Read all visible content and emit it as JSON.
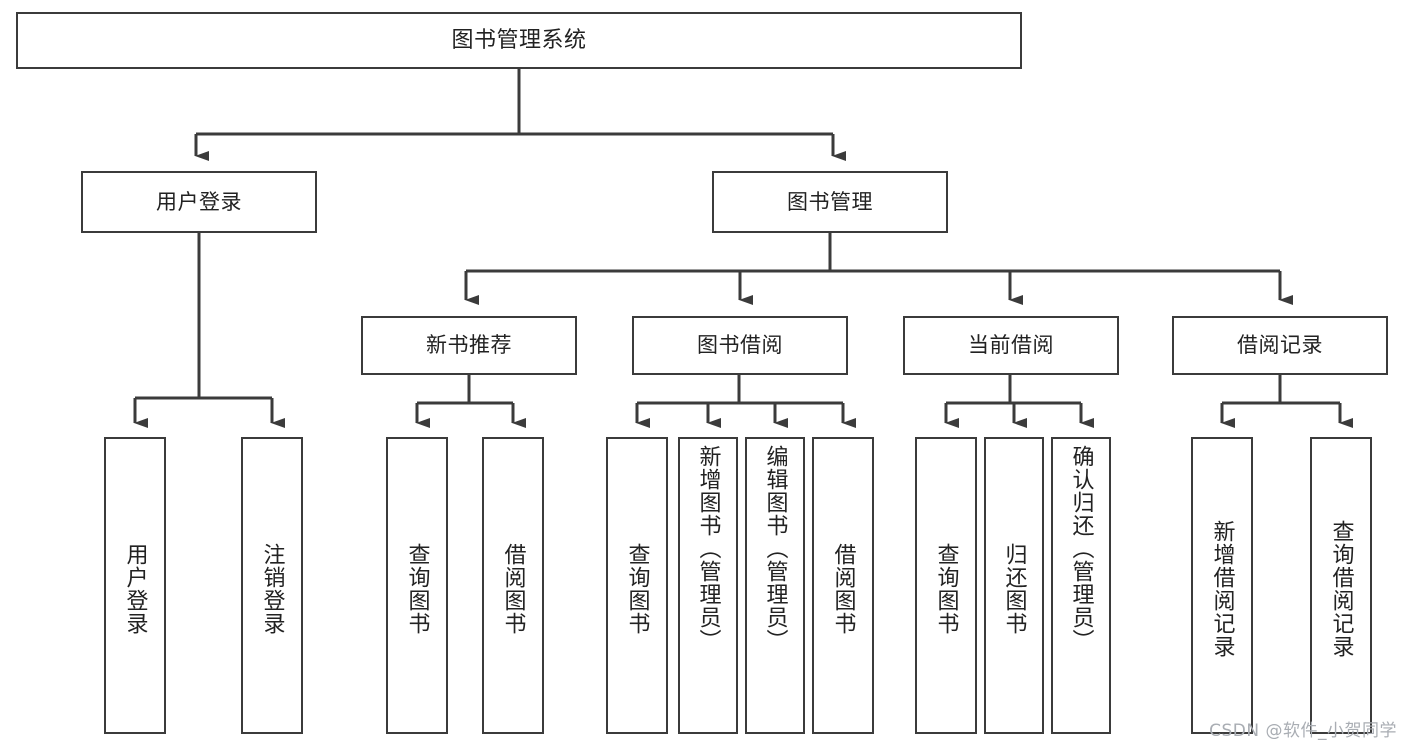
{
  "diagram": {
    "title": "图书管理系统",
    "type": "tree-hierarchy",
    "colors": {
      "stroke": "#3b3b3b",
      "fill": "#ffffff",
      "text": "#222222",
      "watermark": "#a9adb3"
    },
    "watermark": "CSDN @软件_小贺同学",
    "nodes": {
      "root": {
        "label": "图书管理系统"
      },
      "level2": [
        {
          "id": "user-login",
          "label": "用户登录"
        },
        {
          "id": "book-management",
          "label": "图书管理"
        }
      ],
      "level3": [
        {
          "id": "new-book-recommend",
          "label": "新书推荐"
        },
        {
          "id": "book-borrow",
          "label": "图书借阅"
        },
        {
          "id": "current-borrow",
          "label": "当前借阅"
        },
        {
          "id": "borrow-record",
          "label": "借阅记录"
        }
      ],
      "leaves": {
        "user-login": [
          {
            "id": "leaf-user-login",
            "label": "用户登录"
          },
          {
            "id": "leaf-logout-login",
            "label": "注销登录"
          }
        ],
        "new-book-recommend": [
          {
            "id": "leaf-query-book-1",
            "label": "查询图书"
          },
          {
            "id": "leaf-borrow-book-1",
            "label": "借阅图书"
          }
        ],
        "book-borrow": [
          {
            "id": "leaf-query-book-2",
            "label": "查询图书"
          },
          {
            "id": "leaf-add-book",
            "label": "新增图书（管理员）"
          },
          {
            "id": "leaf-edit-book",
            "label": "编辑图书（管理员）"
          },
          {
            "id": "leaf-borrow-book-2",
            "label": "借阅图书"
          }
        ],
        "current-borrow": [
          {
            "id": "leaf-query-book-3",
            "label": "查询图书"
          },
          {
            "id": "leaf-return-book",
            "label": "归还图书"
          },
          {
            "id": "leaf-confirm-return",
            "label": "确认归还（管理员）"
          }
        ],
        "borrow-record": [
          {
            "id": "leaf-add-record",
            "label": "新增借阅记录"
          },
          {
            "id": "leaf-query-record",
            "label": "查询借阅记录"
          }
        ]
      }
    }
  }
}
